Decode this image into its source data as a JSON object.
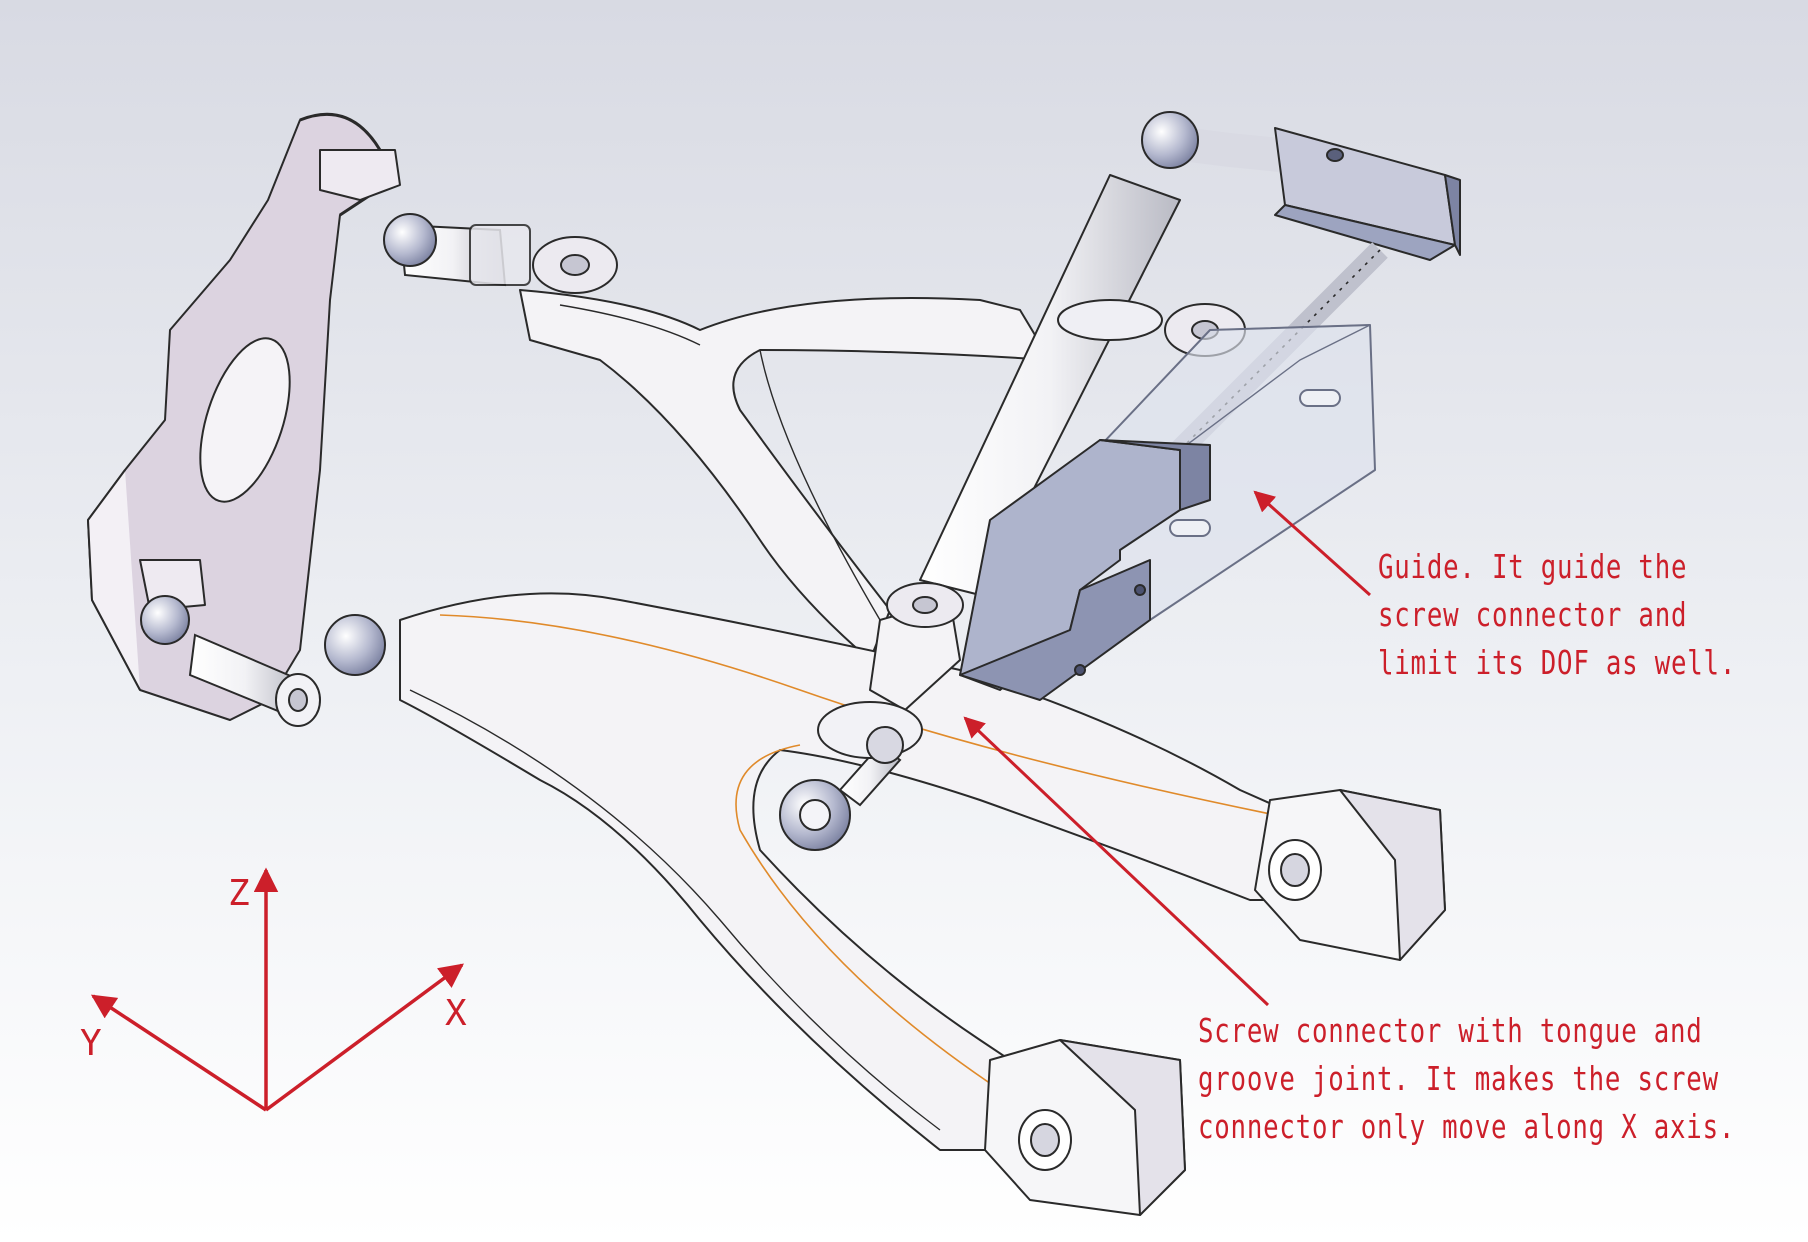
{
  "annotations": {
    "guide": "Guide. It guide the screw connector and limit its DOF as well.",
    "screw_connector": "Screw connector with tongue and groove joint. It makes the screw connector only move along X axis."
  },
  "axes": {
    "z": "Z",
    "x": "X",
    "y": "Y"
  },
  "colors": {
    "annotation": "#cc1f2a",
    "part_fill": "#f4f3f6",
    "bracket_fill": "#dcd3e0",
    "block_fill": "#9da4c0",
    "guide_fill": "#dde2ec",
    "edge": "#2a2a2a",
    "sketch_line": "#e08a2a"
  }
}
